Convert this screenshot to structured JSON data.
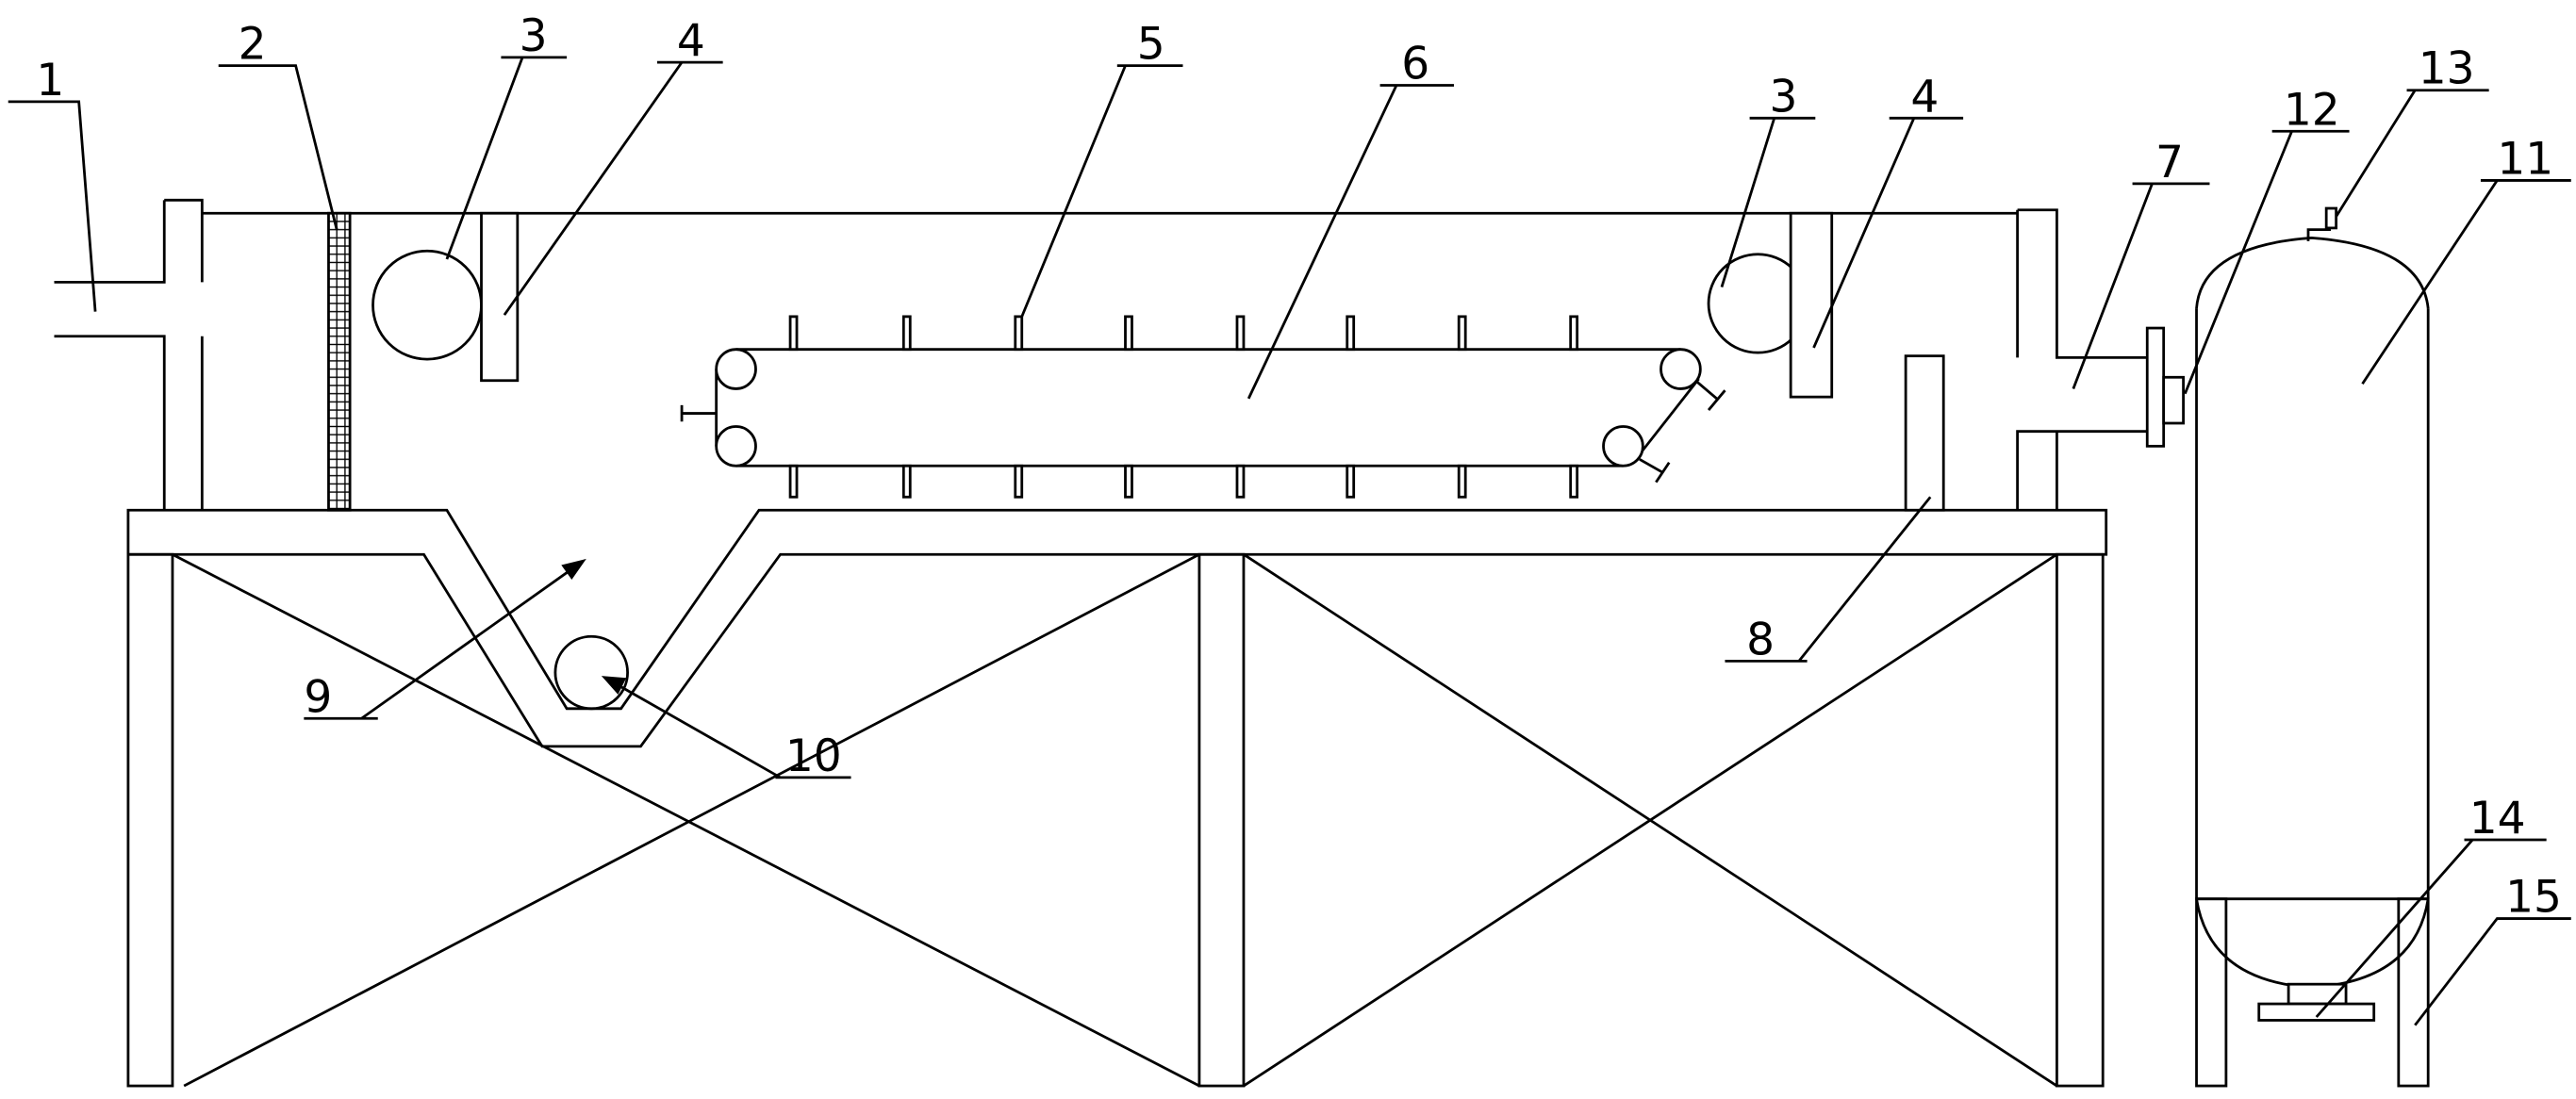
{
  "figure": {
    "labels": {
      "l1": "1",
      "l2": "2",
      "l3a": "3",
      "l4a": "4",
      "l5": "5",
      "l6": "6",
      "l3b": "3",
      "l4b": "4",
      "l7": "7",
      "l12": "12",
      "l13": "13",
      "l11": "11",
      "l8": "8",
      "l9": "9",
      "l10": "10",
      "l14": "14",
      "l15": "15"
    }
  }
}
